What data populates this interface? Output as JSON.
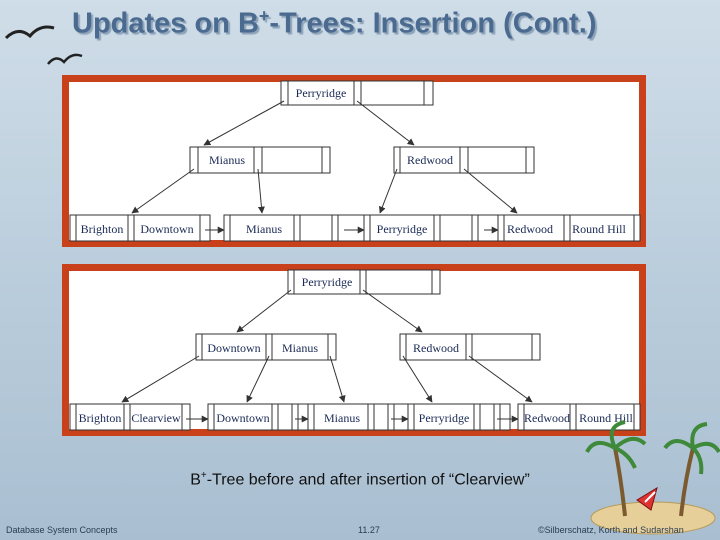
{
  "slide": {
    "title_main": "Updates on B",
    "title_sup": "+",
    "title_rest": "-Trees:  Insertion (Cont.)",
    "caption_pre": "B",
    "caption_sup": "+",
    "caption_rest": "-Tree before and after insertion of “Clearview”"
  },
  "footer": {
    "left": "Database System Concepts",
    "center": "11.27",
    "right": "©Silberschatz, Korth and Sudarshan"
  },
  "diagrams": [
    {
      "name": "before",
      "root": "Perryridge",
      "internal": [
        [
          "Mianus"
        ],
        [
          "Redwood"
        ]
      ],
      "leaves": [
        [
          "Brighton",
          "Downtown"
        ],
        [
          "Mianus"
        ],
        [
          "Perryridge"
        ],
        [
          "Redwood",
          "Round Hill"
        ]
      ]
    },
    {
      "name": "after",
      "root": "Perryridge",
      "internal": [
        [
          "Downtown",
          "Mianus"
        ],
        [
          "Redwood"
        ]
      ],
      "leaves": [
        [
          "Brighton",
          "Clearview"
        ],
        [
          "Downtown"
        ],
        [
          "Mianus"
        ],
        [
          "Perryridge"
        ],
        [
          "Redwood",
          "Round Hill"
        ]
      ]
    }
  ],
  "colors": {
    "frame": "#c8411b",
    "title": "#4b6a8f",
    "node_text": "#1a2a55"
  }
}
